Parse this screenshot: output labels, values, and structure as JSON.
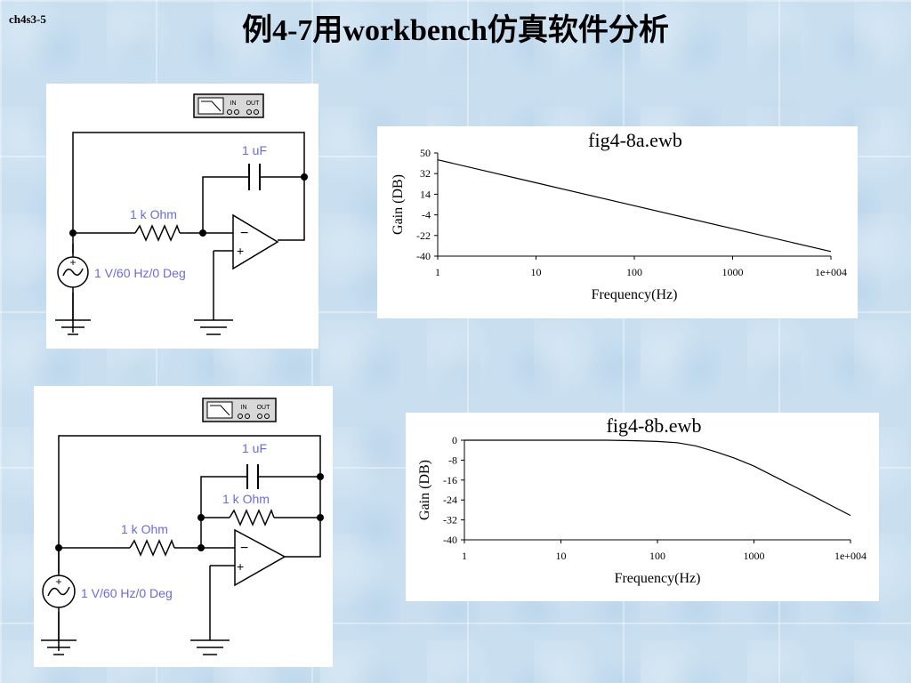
{
  "slide": {
    "id": "ch4s3-5",
    "title": "例4-7用workbench仿真软件分析"
  },
  "circuit_a": {
    "capacitor_label": "1 uF",
    "resistor_label": "1 k Ohm",
    "source_label": "1 V/60 Hz/0 Deg",
    "plotter_in": "IN",
    "plotter_out": "OUT",
    "opamp_minus": "−",
    "opamp_plus": "+",
    "source_plus": "+"
  },
  "circuit_b": {
    "capacitor_label": "1 uF",
    "feedback_resistor_label": "1 k Ohm",
    "input_resistor_label": "1 k Ohm",
    "source_label": "1 V/60 Hz/0 Deg",
    "plotter_in": "IN",
    "plotter_out": "OUT",
    "opamp_minus": "−",
    "opamp_plus": "+",
    "source_plus": "+"
  },
  "chart_data": [
    {
      "type": "line",
      "title": "fig4-8a.ewb",
      "xlabel": "Frequency(Hz)",
      "ylabel": "Gain (DB)",
      "x_scale": "log",
      "xlim": [
        1,
        10000
      ],
      "ylim": [
        -40,
        50
      ],
      "x_ticks": [
        1,
        10,
        100,
        1000,
        10000
      ],
      "x_tick_labels": [
        "1",
        "10",
        "100",
        "1000",
        "1e+004"
      ],
      "y_ticks": [
        50,
        32,
        14,
        -4,
        -22,
        -40
      ],
      "y_tick_labels": [
        "50",
        "32",
        "14",
        "-4",
        "-22",
        "-40"
      ],
      "grid": false,
      "x": [
        1,
        10,
        100,
        1000,
        10000
      ],
      "values": [
        44,
        24,
        4,
        -16,
        -36
      ]
    },
    {
      "type": "line",
      "title": "fig4-8b.ewb",
      "xlabel": "Frequency(Hz)",
      "ylabel": "Gain (DB)",
      "x_scale": "log",
      "xlim": [
        1,
        10000
      ],
      "ylim": [
        -40,
        0
      ],
      "x_ticks": [
        1,
        10,
        100,
        1000,
        10000
      ],
      "x_tick_labels": [
        "1",
        "10",
        "100",
        "1000",
        "1e+004"
      ],
      "y_ticks": [
        0,
        -8,
        -16,
        -24,
        -32,
        -40
      ],
      "y_tick_labels": [
        "0",
        "-8",
        "-16",
        "-24",
        "-32",
        "-40"
      ],
      "grid": false,
      "x": [
        1,
        10,
        30,
        60,
        100,
        160,
        250,
        400,
        630,
        1000,
        1600,
        2500,
        4000,
        6300,
        10000
      ],
      "values": [
        0,
        0,
        0,
        -0.2,
        -0.5,
        -1,
        -2.3,
        -4.6,
        -7.2,
        -10.4,
        -14.4,
        -18.2,
        -22.2,
        -26.2,
        -30.2
      ]
    }
  ]
}
